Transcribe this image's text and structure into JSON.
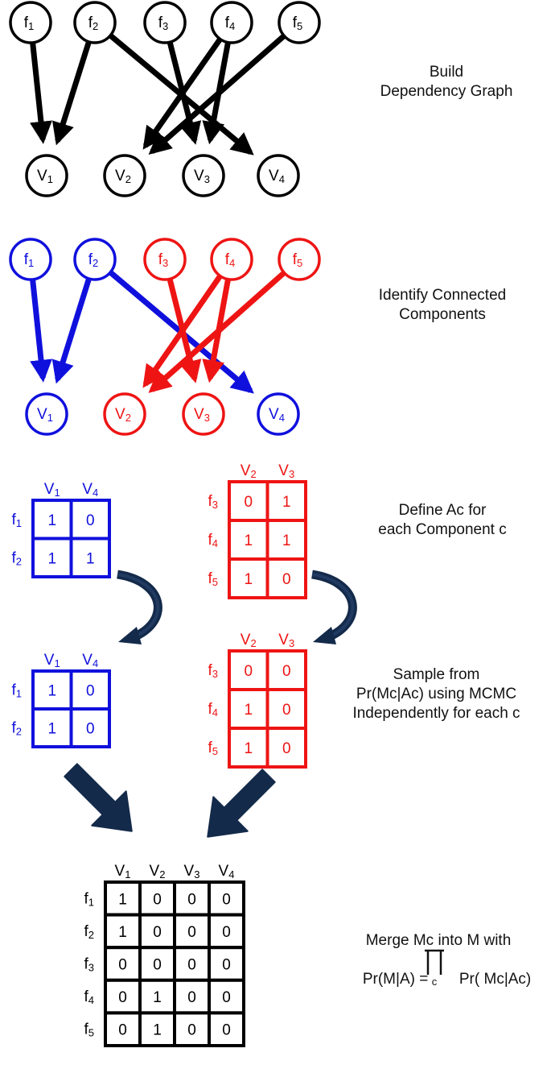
{
  "colors": {
    "black": "#000000",
    "component_blue": "#1010dd",
    "component_red": "#ee1414",
    "arrow_navy": "#142a4a",
    "text": "#111111"
  },
  "nodes": {
    "f": [
      {
        "id": "f1",
        "base": "f",
        "sub": "1"
      },
      {
        "id": "f2",
        "base": "f",
        "sub": "2"
      },
      {
        "id": "f3",
        "base": "f",
        "sub": "3"
      },
      {
        "id": "f4",
        "base": "f",
        "sub": "4"
      },
      {
        "id": "f5",
        "base": "f",
        "sub": "5"
      }
    ],
    "v": [
      {
        "id": "V1",
        "base": "V",
        "sub": "1"
      },
      {
        "id": "V2",
        "base": "V",
        "sub": "2"
      },
      {
        "id": "V3",
        "base": "V",
        "sub": "3"
      },
      {
        "id": "V4",
        "base": "V",
        "sub": "4"
      }
    ]
  },
  "edges": [
    {
      "from": "f1",
      "to": "V1"
    },
    {
      "from": "f2",
      "to": "V1"
    },
    {
      "from": "f2",
      "to": "V4"
    },
    {
      "from": "f3",
      "to": "V3"
    },
    {
      "from": "f4",
      "to": "V2"
    },
    {
      "from": "f4",
      "to": "V3"
    },
    {
      "from": "f5",
      "to": "V2"
    }
  ],
  "components": {
    "blue": [
      "f1",
      "f2",
      "V1",
      "V4"
    ],
    "red": [
      "f3",
      "f4",
      "f5",
      "V2",
      "V3"
    ]
  },
  "steps": [
    {
      "id": "build",
      "lines": [
        "Build",
        "Dependency Graph"
      ]
    },
    {
      "id": "identify",
      "lines": [
        "Identify Connected",
        "Components"
      ]
    },
    {
      "id": "define",
      "lines": [
        "Define  Aᴄ for",
        "each Component c"
      ]
    },
    {
      "id": "sample",
      "lines": [
        "Sample from",
        "Pr(Mᴄ|Aᴄ) using MCMC",
        "Independently for each c"
      ]
    },
    {
      "id": "merge",
      "lines": [
        "Merge  Mᴄ into M with",
        "Pr(M|A) = ∏ Pr( Mᴄ|Aᴄ)"
      ],
      "product_index": "c"
    }
  ],
  "matrices": {
    "A_blue": {
      "cols": [
        "V1",
        "V4"
      ],
      "rows": [
        "f1",
        "f2"
      ],
      "values": [
        [
          1,
          0
        ],
        [
          1,
          1
        ]
      ]
    },
    "A_red": {
      "cols": [
        "V2",
        "V3"
      ],
      "rows": [
        "f3",
        "f4",
        "f5"
      ],
      "values": [
        [
          0,
          1
        ],
        [
          1,
          1
        ],
        [
          1,
          0
        ]
      ]
    },
    "M_blue": {
      "cols": [
        "V1",
        "V4"
      ],
      "rows": [
        "f1",
        "f2"
      ],
      "values": [
        [
          1,
          0
        ],
        [
          1,
          0
        ]
      ]
    },
    "M_red": {
      "cols": [
        "V2",
        "V3"
      ],
      "rows": [
        "f3",
        "f4",
        "f5"
      ],
      "values": [
        [
          0,
          0
        ],
        [
          1,
          0
        ],
        [
          1,
          0
        ]
      ]
    },
    "M": {
      "cols": [
        "V1",
        "V2",
        "V3",
        "V4"
      ],
      "rows": [
        "f1",
        "f2",
        "f3",
        "f4",
        "f5"
      ],
      "values": [
        [
          1,
          0,
          0,
          0
        ],
        [
          1,
          0,
          0,
          0
        ],
        [
          0,
          0,
          0,
          0
        ],
        [
          0,
          1,
          0,
          0
        ],
        [
          0,
          1,
          0,
          0
        ]
      ]
    }
  }
}
